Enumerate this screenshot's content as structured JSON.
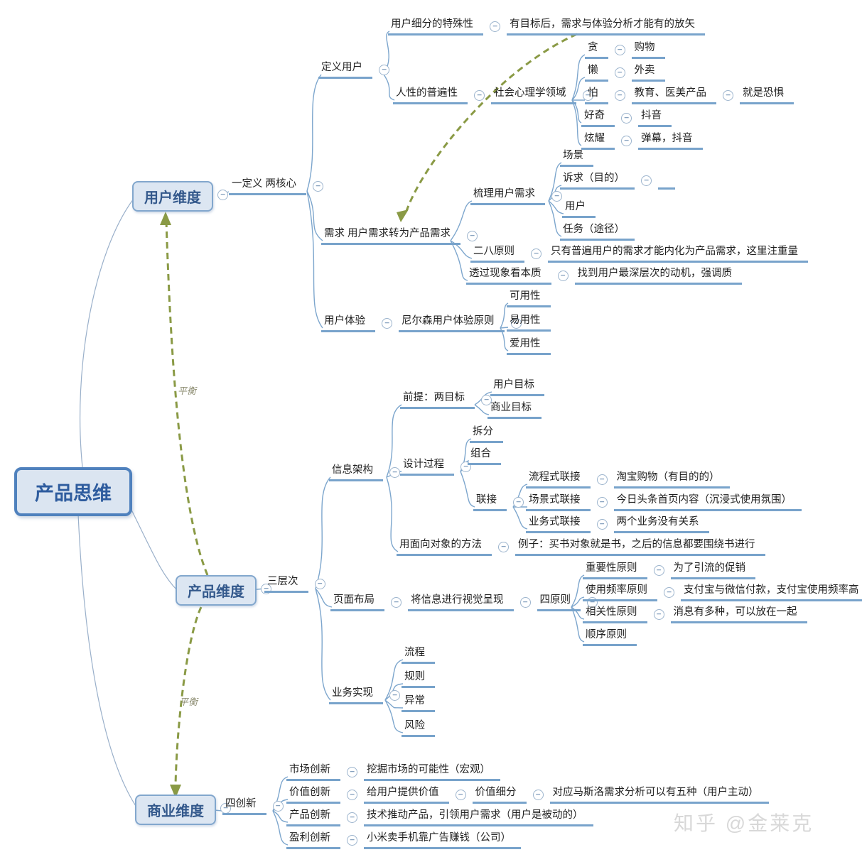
{
  "icons": {
    "collapse": "−"
  },
  "mindmap": {
    "root": "产品思维",
    "balance": "平衡",
    "watermark": "知乎 @金莱克",
    "user": {
      "title": "用户维度",
      "branch": "一定义 两核心",
      "define": {
        "label": "定义用户",
        "segmentation": {
          "label": "用户细分的特殊性",
          "note": "有目标后，需求与体验分析才能有的放矢"
        },
        "humanity": {
          "label": "人性的普遍性",
          "psychology": "社会心理学领域",
          "greed": {
            "label": "贪",
            "example": "购物"
          },
          "lazy": {
            "label": "懒",
            "example": "外卖"
          },
          "fear": {
            "label": "怕",
            "example": "教育、医美产品",
            "note": "就是恐惧"
          },
          "curiosity": {
            "label": "好奇",
            "example": "抖音"
          },
          "showoff": {
            "label": "炫耀",
            "example": "弹幕，抖音"
          }
        }
      },
      "demand": {
        "label": "需求 用户需求转为产品需求",
        "sorting": {
          "label": "梳理用户需求",
          "scene": "场景",
          "appeal": "诉求（目的）",
          "user": "用户",
          "task": "任务（途径）"
        },
        "pareto": {
          "label": "二八原则",
          "note": "只有普遍用户的需求才能内化为产品需求，这里注重量"
        },
        "essence": {
          "label": "透过现象看本质",
          "note": "找到用户最深层次的动机，强调质"
        }
      },
      "experience": {
        "label": "用户体验",
        "nielsen": "尼尔森用户体验原则",
        "usable": "可用性",
        "easy": "易用性",
        "lovable": "爱用性"
      }
    },
    "product": {
      "title": "产品维度",
      "branch": "三层次",
      "architecture": {
        "label": "信息架构",
        "premise": {
          "label": "前提：两目标",
          "user_goal": "用户目标",
          "business_goal": "商业目标"
        },
        "process": {
          "label": "设计过程",
          "split": "拆分",
          "combine": "组合",
          "link": {
            "label": "联接",
            "flow": {
              "label": "流程式联接",
              "example": "淘宝购物（有目的的）"
            },
            "scene": {
              "label": "场景式联接",
              "example": "今日头条首页内容（沉浸式使用氛围）"
            },
            "business": {
              "label": "业务式联接",
              "example": "两个业务没有关系"
            }
          }
        },
        "oop": {
          "label": "用面向对象的方法",
          "example": "例子：买书对象就是书，之后的信息都要围绕书进行"
        }
      },
      "layout": {
        "label": "页面布局",
        "visual": "将信息进行视觉呈现",
        "four": "四原则",
        "importance": {
          "label": "重要性原则",
          "example": "为了引流的促销"
        },
        "frequency": {
          "label": "使用频率原则",
          "example": "支付宝与微信付款，支付宝使用频率高"
        },
        "relevance": {
          "label": "相关性原则",
          "example": "消息有多种，可以放在一起"
        },
        "order": {
          "label": "顺序原则"
        }
      },
      "implementation": {
        "label": "业务实现",
        "flow": "流程",
        "rule": "规则",
        "exception": "异常",
        "risk": "风险"
      }
    },
    "business": {
      "title": "商业维度",
      "branch": "四创新",
      "market": {
        "label": "市场创新",
        "note": "挖掘市场的可能性（宏观）"
      },
      "value": {
        "label": "价值创新",
        "note": "给用户提供价值",
        "segment": "价值细分",
        "maslow": "对应马斯洛需求分析可以有五种（用户主动）"
      },
      "product": {
        "label": "产品创新",
        "note": "技术推动产品，引领用户需求（用户是被动的）"
      },
      "profit": {
        "label": "盈利创新",
        "note": "小米卖手机靠广告赚钱（公司）"
      }
    }
  }
}
